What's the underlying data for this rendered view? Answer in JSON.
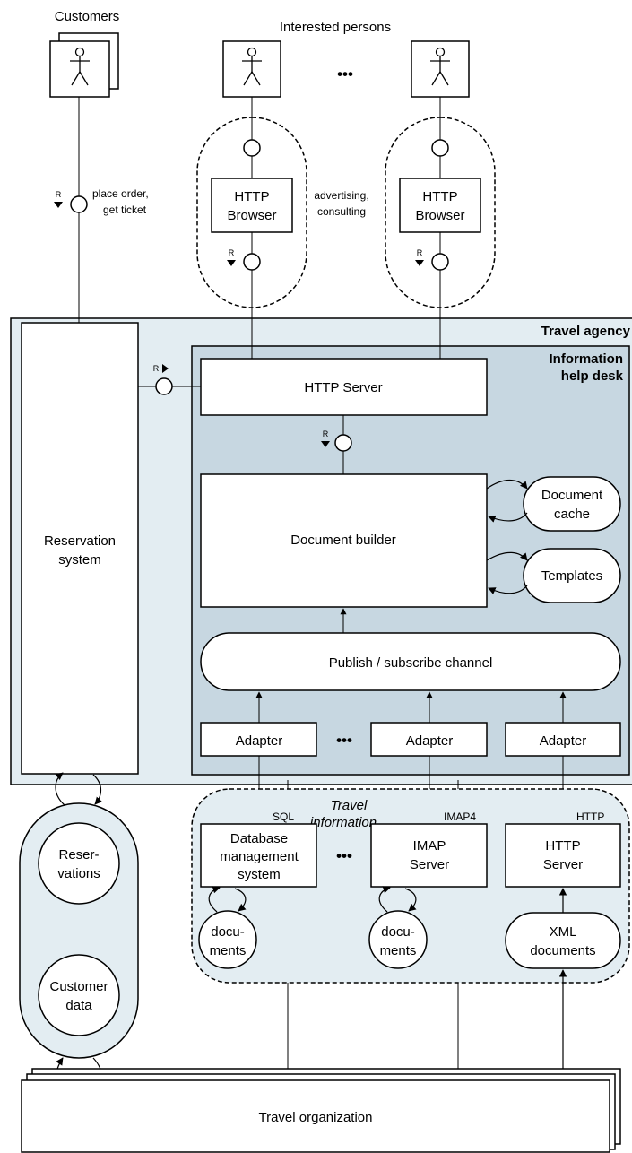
{
  "actors": {
    "customers": "Customers",
    "interested": "Interested persons"
  },
  "labels": {
    "place_order_1": "place order,",
    "place_order_2": "get ticket",
    "advertising_1": "advertising,",
    "advertising_2": "consulting",
    "r": "R",
    "sql": "SQL",
    "imap4": "IMAP4",
    "http": "HTTP"
  },
  "browser": {
    "line1": "HTTP",
    "line2": "Browser"
  },
  "travel_agency": "Travel agency",
  "info_desk": {
    "line1": "Information",
    "line2": "help desk"
  },
  "reservation_system": {
    "line1": "Reservation",
    "line2": "system"
  },
  "http_server": "HTTP Server",
  "document_builder": "Document builder",
  "document_cache": {
    "line1": "Document",
    "line2": "cache"
  },
  "templates": "Templates",
  "channel": "Publish / subscribe channel",
  "adapter": "Adapter",
  "stores": {
    "reservations": {
      "line1": "Reser-",
      "line2": "vations"
    },
    "customer_data": {
      "line1": "Customer",
      "line2": "data"
    }
  },
  "travel_information": {
    "line1": "Travel",
    "line2": "information"
  },
  "dbms": {
    "line1": "Database",
    "line2": "management",
    "line3": "system"
  },
  "imap_server": {
    "line1": "IMAP",
    "line2": "Server"
  },
  "http_server_2": {
    "line1": "HTTP",
    "line2": "Server"
  },
  "documents": {
    "line1": "docu-",
    "line2": "ments"
  },
  "xml_documents": {
    "line1": "XML",
    "line2": "documents"
  },
  "travel_organization": "Travel organization",
  "ellipsis": "•••"
}
